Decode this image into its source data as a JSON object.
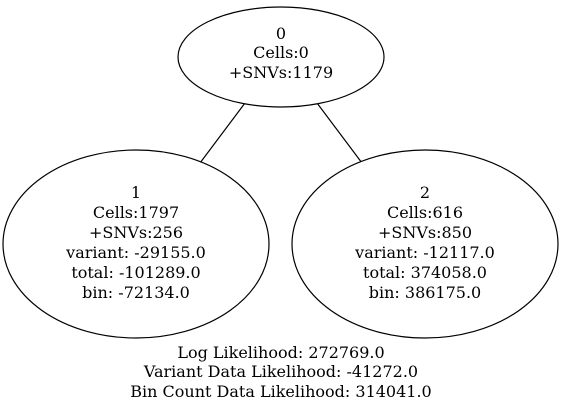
{
  "tree": {
    "nodes": [
      {
        "id": "0",
        "lines": [
          "0",
          "Cells:0",
          "+SNVs:1179"
        ]
      },
      {
        "id": "1",
        "lines": [
          "1",
          "Cells:1797",
          "+SNVs:256",
          "variant: -29155.0",
          "total: -101289.0",
          "bin: -72134.0"
        ]
      },
      {
        "id": "2",
        "lines": [
          "2",
          "Cells:616",
          "+SNVs:850",
          "variant: -12117.0",
          "total: 374058.0",
          "bin: 386175.0"
        ]
      }
    ],
    "edges": [
      {
        "from": "0",
        "to": "1"
      },
      {
        "from": "0",
        "to": "2"
      }
    ]
  },
  "summary": {
    "log_likelihood": "Log Likelihood: 272769.0",
    "variant_data_likelihood": "Variant Data Likelihood: -41272.0",
    "bin_count_data_likelihood": "Bin Count Data Likelihood: 314041.0"
  }
}
